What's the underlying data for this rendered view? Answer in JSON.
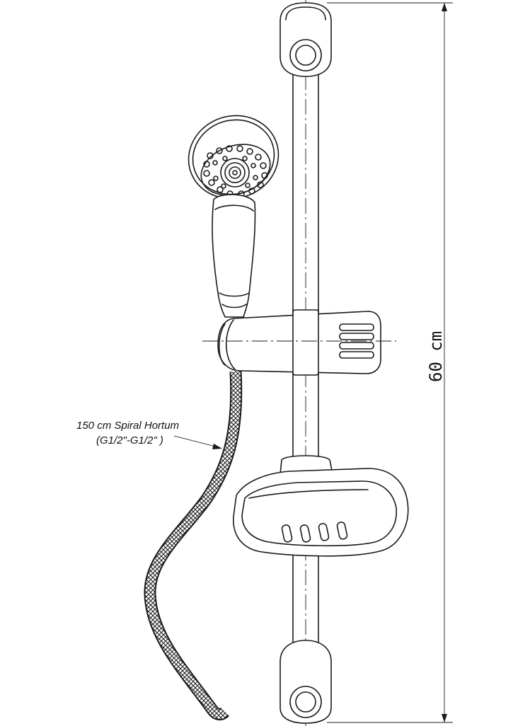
{
  "annotations": {
    "hose_line1": "150 cm Spiral Hortum",
    "hose_line2": "(G1/2\"-G1/2\" )",
    "height_dimension": "60 cm"
  }
}
